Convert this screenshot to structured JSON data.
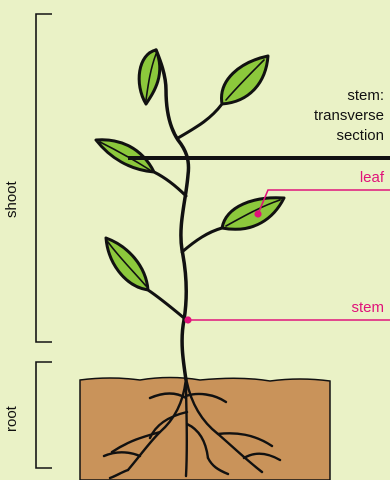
{
  "labels": {
    "shoot": "shoot",
    "root": "root",
    "stem_section_1": "stem:",
    "stem_section_2": "transverse",
    "stem_section_3": "section",
    "leaf": "leaf",
    "stem": "stem"
  },
  "colors": {
    "background": "#eaf2c6",
    "soil": "#c9935a",
    "leaf_fill": "#8cc83c",
    "outline": "#111111",
    "pointer": "#e0127a"
  }
}
